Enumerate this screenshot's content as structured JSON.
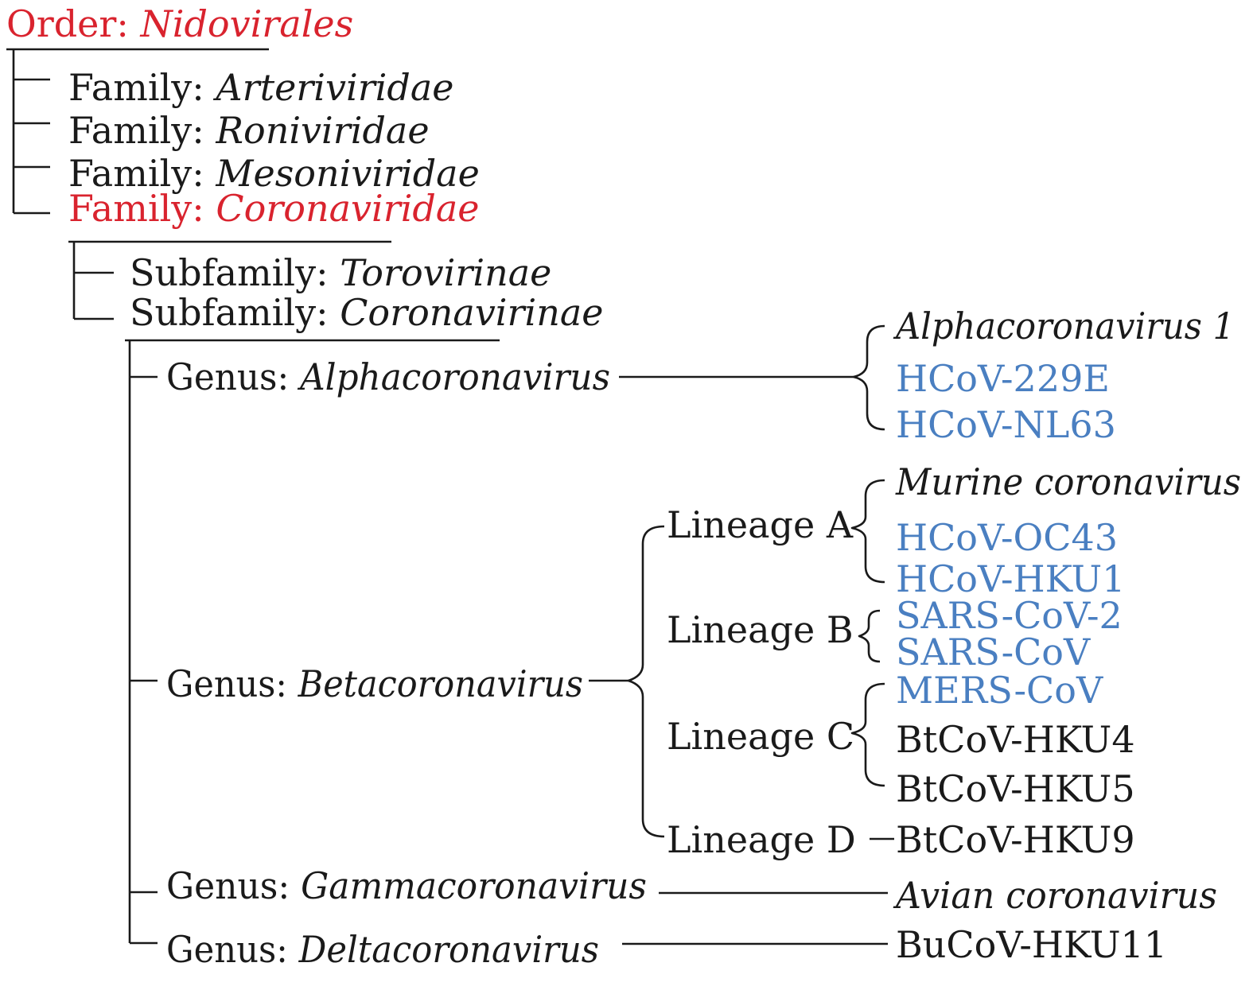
{
  "colors": {
    "black": "#1a1a1a",
    "red": "#d9232e",
    "blue": "#4a7fc1"
  },
  "order": {
    "prefix": "Order: ",
    "name": "Nidovirales"
  },
  "families": [
    {
      "prefix": "Family: ",
      "name": "Arteriviridae"
    },
    {
      "prefix": "Family: ",
      "name": "Roniviridae"
    },
    {
      "prefix": "Family: ",
      "name": "Mesoniviridae"
    },
    {
      "prefix": "Family: ",
      "name": "Coronaviridae"
    }
  ],
  "subfamilies": [
    {
      "prefix": "Subfamily: ",
      "name": "Torovirinae"
    },
    {
      "prefix": "Subfamily: ",
      "name": "Coronavirinae"
    }
  ],
  "genera": [
    {
      "prefix": "Genus: ",
      "name": "Alphacoronavirus"
    },
    {
      "prefix": "Genus: ",
      "name": "Betacoronavirus"
    },
    {
      "prefix": "Genus: ",
      "name": "Gammacoronavirus"
    },
    {
      "prefix": "Genus: ",
      "name": "Deltacoronavirus"
    }
  ],
  "lineages": [
    "Lineage A",
    "Lineage B",
    "Lineage C",
    "Lineage D"
  ],
  "species": {
    "alpha": [
      "Alphacoronavirus 1",
      "HCoV-229E",
      "HCoV-NL63"
    ],
    "lineage_a": [
      "Murine coronavirus",
      "HCoV-OC43",
      "HCoV-HKU1"
    ],
    "lineage_b": [
      "SARS-CoV-2",
      "SARS-CoV"
    ],
    "lineage_c": [
      "MERS-CoV",
      "BtCoV-HKU4",
      "BtCoV-HKU5"
    ],
    "lineage_d": "BtCoV-HKU9",
    "gamma": "Avian coronavirus",
    "delta": "BuCoV-HKU11"
  }
}
